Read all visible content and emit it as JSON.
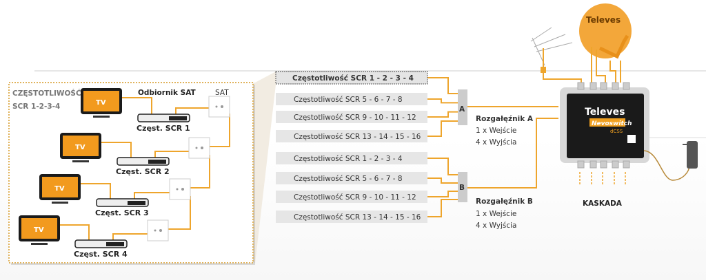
{
  "colors": {
    "wire": "#eea52c",
    "tv": "#f29a1e",
    "device": "#1a1a1a"
  },
  "left_panel": {
    "title_line1": "CZĘSTOTLIWOŚĆ",
    "title_line2": "SCR 1-2-3-4",
    "receiver_header": "Odbiornik SAT",
    "sat_header": "SAT",
    "tv_label": "TV",
    "receivers": [
      "Częst. SCR 1",
      "Częst. SCR 2",
      "Częst. SCR 3",
      "Częst. SCR 4"
    ]
  },
  "group_a": {
    "bars": [
      "Częstotliwość SCR 1 - 2 - 3 - 4",
      "Częstotliwość SCR 5 - 6 - 7 - 8",
      "Częstotliwość SCR 9 - 10 - 11 - 12",
      "Częstotliwość SCR 13 - 14 - 15 - 16"
    ],
    "splitter_letter": "A",
    "splitter_name": "Rozgałęźnik A",
    "inputs": "1 x Wejście",
    "outputs": "4 x Wyjścia"
  },
  "group_b": {
    "bars": [
      "Częstotliwość SCR 1 - 2 - 3 - 4",
      "Częstotliwość SCR 5 - 6 - 7 - 8",
      "Częstotliwość SCR 9 - 10 - 11 - 12",
      "Częstotliwość SCR 13 - 14 - 15 - 16"
    ],
    "splitter_letter": "B",
    "splitter_name": "Rozgałęźnik B",
    "inputs": "1 x Wejście",
    "outputs": "4 x Wyjścia"
  },
  "multiswitch": {
    "brand": "Televes",
    "product": "Nevoswitch",
    "model": "dCSS"
  },
  "dish_brand": "Televes",
  "cascade_label": "KASKADA"
}
